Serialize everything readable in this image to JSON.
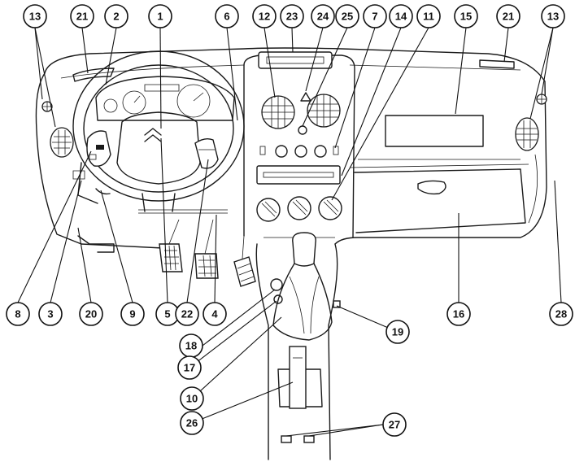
{
  "callouts": {
    "c1": "1",
    "c2": "2",
    "c3": "3",
    "c4": "4",
    "c5": "5",
    "c6": "6",
    "c7": "7",
    "c8": "8",
    "c9": "9",
    "c10": "10",
    "c11": "11",
    "c12": "12",
    "c13a": "13",
    "c13b": "13",
    "c14": "14",
    "c15": "15",
    "c16": "16",
    "c17": "17",
    "c18": "18",
    "c19": "19",
    "c20": "20",
    "c21a": "21",
    "c21b": "21",
    "c22": "22",
    "c23": "23",
    "c24": "24",
    "c25": "25",
    "c26": "26",
    "c27": "27",
    "c28": "28"
  },
  "colors": {
    "ink": "#1a1a1a",
    "paper": "#ffffff"
  }
}
